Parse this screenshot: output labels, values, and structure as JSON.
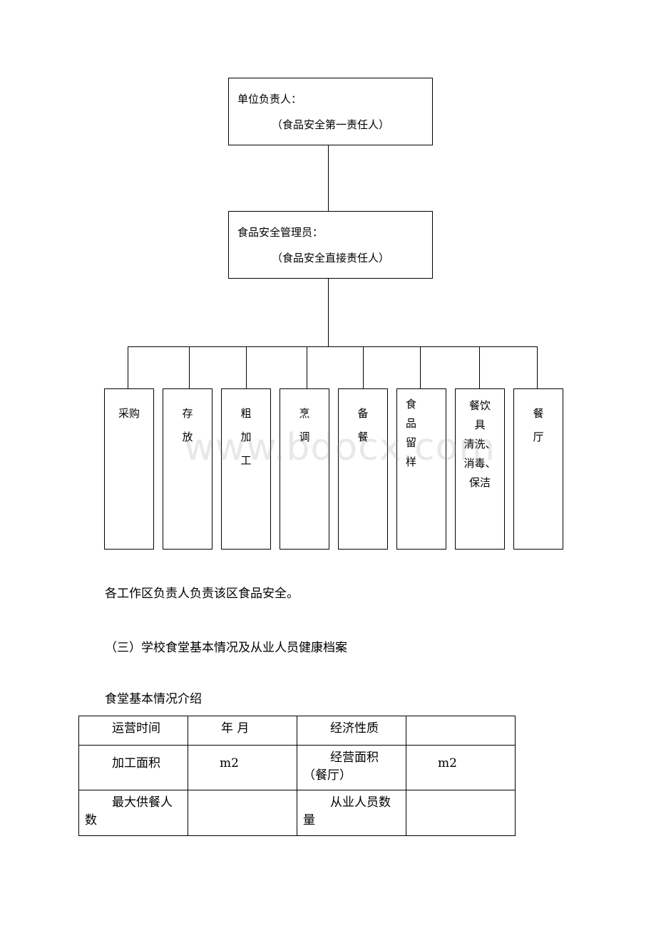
{
  "org_chart": {
    "top": {
      "title": "单位负责人：",
      "subtitle": "（食品安全第一责任人）"
    },
    "middle": {
      "title": "食品安全管理员：",
      "subtitle": "（食品安全直接责任人）"
    },
    "departments": [
      {
        "label": "采购"
      },
      {
        "label": "存\n放"
      },
      {
        "label": "粗\n加\n工"
      },
      {
        "label": "烹\n调"
      },
      {
        "label": "备\n餐"
      },
      {
        "label": "食\n品\n留\n样"
      },
      {
        "label": "餐饮\n具\n清洗、\n消毒、\n保洁"
      },
      {
        "label": "餐\n厅"
      }
    ]
  },
  "paragraphs": {
    "responsibility": "各工作区负责人负责该区食品安全。",
    "section_heading": "（三）学校食堂基本情况及从业人员健康档案",
    "table_caption": "食堂基本情况介绍"
  },
  "watermark": "www.bdocx.com",
  "info_table": {
    "rows": [
      [
        "运营时间",
        "年 月",
        "经济性质",
        ""
      ],
      [
        "加工面积",
        "m2",
        "经营面积（餐厅）",
        "m2"
      ],
      [
        "最大供餐人数",
        "",
        "从业人员数量",
        ""
      ]
    ]
  }
}
